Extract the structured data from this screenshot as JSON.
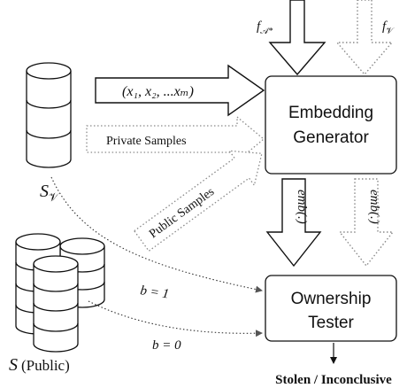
{
  "nodes": {
    "embedding_generator": {
      "line1": "Embedding",
      "line2": "Generator"
    },
    "ownership_tester": {
      "line1": "Ownership",
      "line2": "Tester"
    },
    "victim_dataset": {
      "label": "S",
      "subscript": "𝒱"
    },
    "public_dataset": {
      "label": "S",
      "suffix": "(Public)"
    }
  },
  "edges": {
    "query_inputs": "(x₁, x₂, ...xₘ)",
    "private_samples": "Private Samples",
    "public_samples": "Public Samples",
    "emb_solid": "emb(.)",
    "emb_dotted": "emb(.)",
    "b_one": "b = 1",
    "b_zero": "b = 0"
  },
  "models": {
    "suspect": {
      "base": "f",
      "subscript": "𝒜*"
    },
    "victim": {
      "base": "f",
      "subscript": "𝒱"
    }
  },
  "output": {
    "label": "Stolen / Inconclusive"
  },
  "colors": {
    "stroke": "#111111",
    "dotted_stroke": "#8a8a8a",
    "background": "#ffffff"
  }
}
